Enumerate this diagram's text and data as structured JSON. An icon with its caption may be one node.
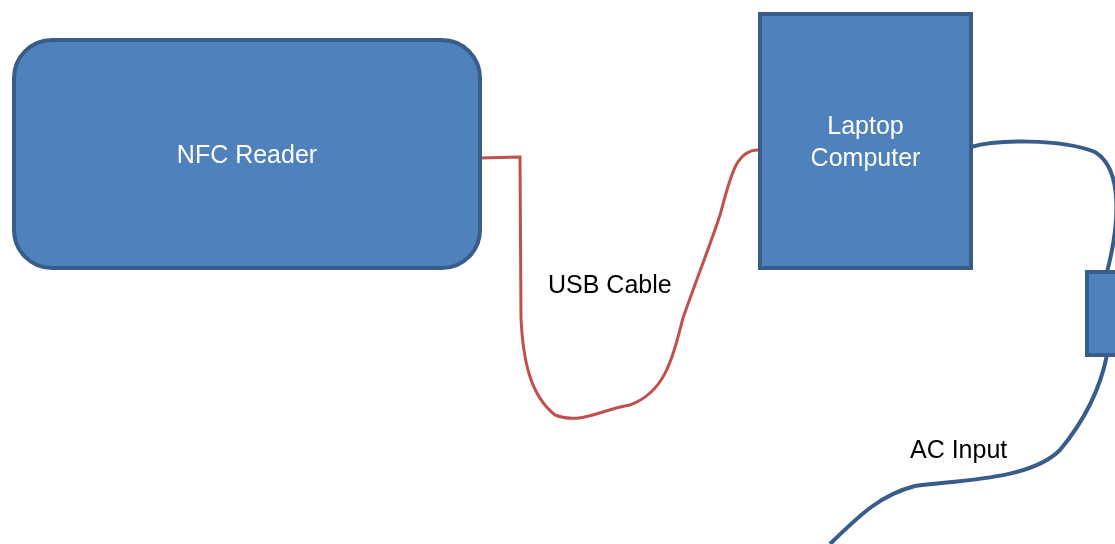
{
  "diagram": {
    "nodes": [
      {
        "text": [
          "NFC Reader"
        ]
      },
      {
        "text": [
          "Laptop Computer"
        ]
      },
      {
        "text": [],
        "shape": "box"
      }
    ],
    "edges": [
      {
        "from": 0,
        "to": 1,
        "arrow": "none",
        "label": "USB Cable",
        "color": "#c0504d"
      },
      {
        "from": 1,
        "to": 2,
        "arrow": "none"
      },
      {
        "from": 2,
        "to": null,
        "arrow": "none",
        "label": "AC Input"
      }
    ]
  }
}
